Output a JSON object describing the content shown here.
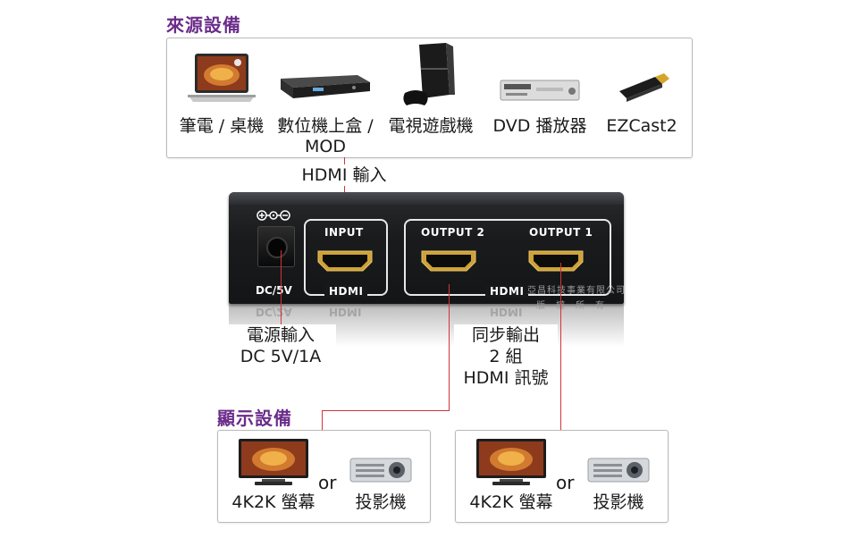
{
  "sources": {
    "title": "來源設備",
    "devices": [
      {
        "label": "筆電 / 桌機",
        "icon": "laptop-icon"
      },
      {
        "label_line1": "數位機上盒 /",
        "label_line2": "MOD",
        "icon": "set-top-box-icon"
      },
      {
        "label": "電視遊戲機",
        "icon": "game-console-icon"
      },
      {
        "label": "DVD 播放器",
        "icon": "dvd-player-icon"
      },
      {
        "label": "EZCast2",
        "icon": "hdmi-dongle-icon"
      }
    ]
  },
  "input_label": "HDMI 輸入",
  "splitter": {
    "dc_port": "DC/5V",
    "input_port": "INPUT",
    "output2_port": "OUTPUT 2",
    "output1_port": "OUTPUT 1",
    "hdmi_tag": "HDMI",
    "reflection_dc": "DC/2A",
    "watermark_line1": "亞昌科技事業有限公司",
    "watermark_line2": "版　權　所　有"
  },
  "power_label": {
    "line1": "電源輸入",
    "line2": "DC 5V/1A"
  },
  "output_label": {
    "line1": "同步輸出",
    "line2": "2 組",
    "line3": "HDMI 訊號"
  },
  "displays": {
    "title": "顯示設備",
    "groups": [
      {
        "tv_label": "4K2K 螢幕",
        "or": "or",
        "projector_label": "投影機"
      },
      {
        "tv_label": "4K2K 螢幕",
        "or": "or",
        "projector_label": "投影機"
      }
    ]
  },
  "colors": {
    "title": "#6b2c8a",
    "wire": "#d1343b",
    "device_body": "#1a1b1d"
  }
}
